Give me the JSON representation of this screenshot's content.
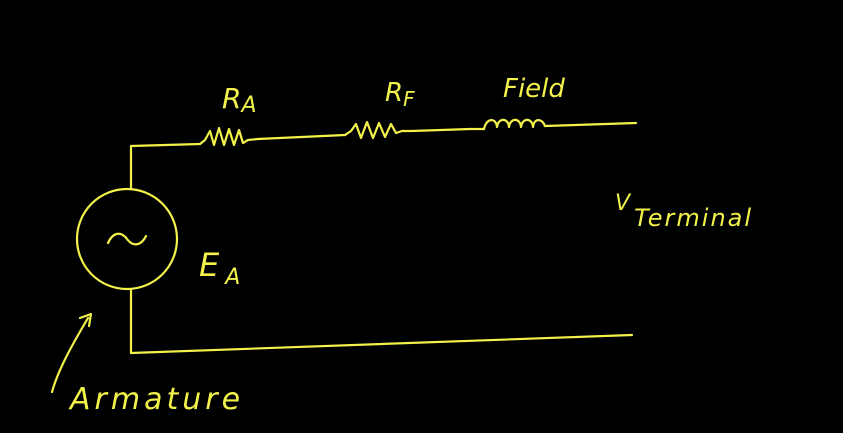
{
  "labels": {
    "ra_main": "R",
    "ra_sub": "A",
    "rf_main": "R",
    "rf_sub": "F",
    "field": "Field",
    "ea_main": "E",
    "ea_sub": "A",
    "v_main": "V",
    "v_sub": "Terminal",
    "armature": "Armature",
    "source_symbol": "~"
  },
  "colors": {
    "background": "#000000",
    "ink": "#f2f24a"
  }
}
